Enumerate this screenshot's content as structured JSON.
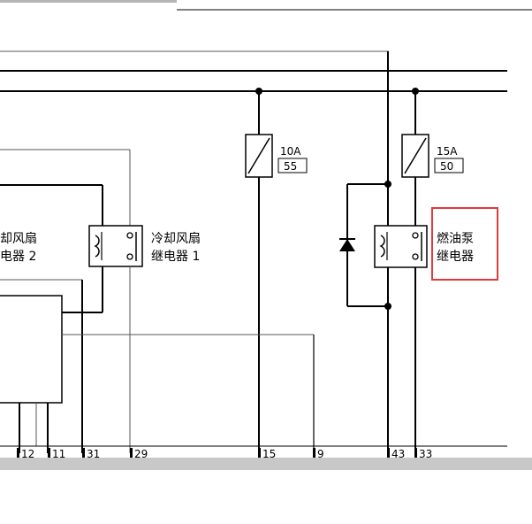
{
  "colors": {
    "line": "#000000",
    "thin_line": "#555555",
    "highlight": "#e0393e",
    "bottom_bar": "#c8c8c8",
    "top_bar": "#b4b4b4"
  },
  "relays": {
    "fan2": {
      "line1": "却风扇",
      "line2": "电器 2"
    },
    "fan1": {
      "line1": "冷却风扇",
      "line2": "继电器 1"
    },
    "fuel_pump": {
      "line1": "燃油泵",
      "line2": "继电器"
    }
  },
  "fuses": {
    "f1": {
      "rating": "10A",
      "number": "55"
    },
    "f2": {
      "rating": "15A",
      "number": "50"
    }
  },
  "pins": [
    "12",
    "11",
    "31",
    "29",
    "15",
    "9",
    "43",
    "33"
  ]
}
